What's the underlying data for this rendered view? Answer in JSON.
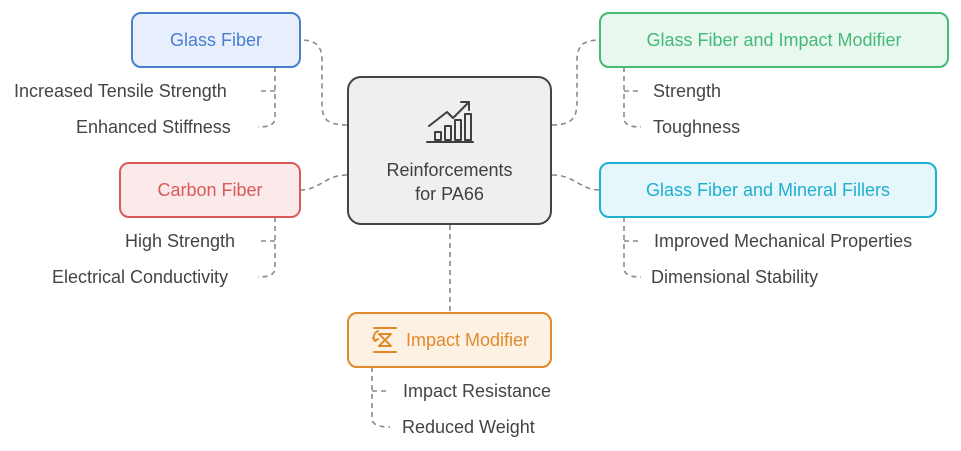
{
  "center": {
    "line1": "Reinforcements",
    "line2": "for PA66",
    "icon": "growth-chart-icon"
  },
  "topics": {
    "glass_fiber": {
      "label": "Glass Fiber",
      "color": "#4a7fcf",
      "fill": "#e8effc",
      "leaves": [
        "Increased Tensile Strength",
        "Enhanced Stiffness"
      ]
    },
    "carbon_fiber": {
      "label": "Carbon Fiber",
      "color": "#d95a5a",
      "fill": "#fce9e9",
      "leaves": [
        "High Strength",
        "Electrical Conductivity"
      ]
    },
    "glass_fiber_impact": {
      "label": "Glass Fiber and Impact Modifier",
      "color": "#45b978",
      "fill": "#e9f8ef",
      "leaves": [
        "Strength",
        "Toughness"
      ]
    },
    "glass_fiber_mineral": {
      "label": "Glass Fiber and Mineral Fillers",
      "color": "#1fb0cf",
      "fill": "#e5f7fb",
      "leaves": [
        "Improved Mechanical Properties",
        "Dimensional Stability"
      ]
    },
    "impact_modifier": {
      "label": "Impact Modifier",
      "color": "#e08a2e",
      "fill": "#fdf1e3",
      "icon": "compress-arrows-icon",
      "leaves": [
        "Impact Resistance",
        "Reduced Weight"
      ]
    }
  }
}
